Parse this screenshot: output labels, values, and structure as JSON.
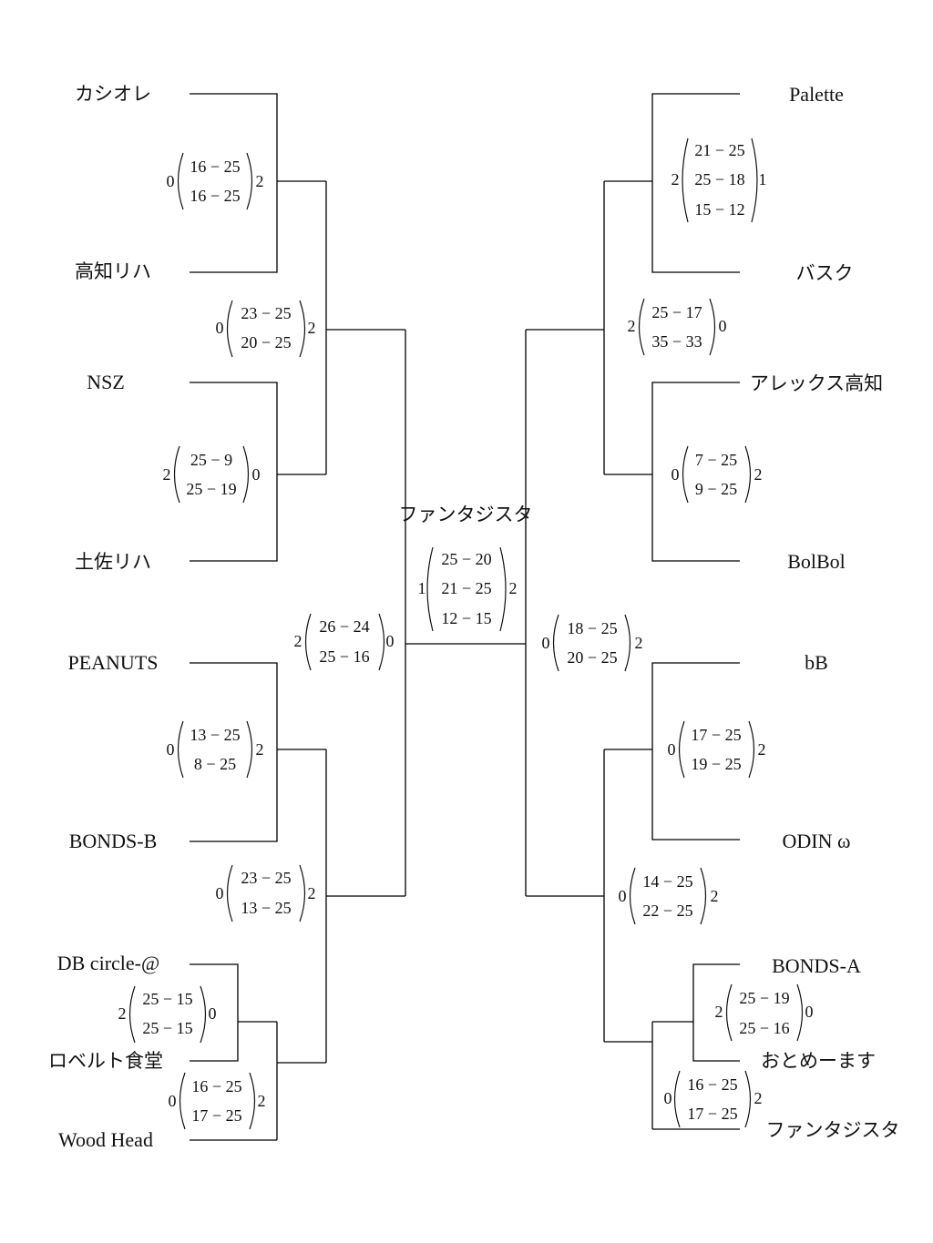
{
  "teams": {
    "kashiore": "カシオレ",
    "kochi_riha": "高知リハ",
    "nsz": "NSZ",
    "tosa_riha": "土佐リハ",
    "peanuts": "PEANUTS",
    "bonds_b": "BONDS-B",
    "db_circle": "DB circle-@",
    "robert": "ロベルト食堂",
    "wood_head": "Wood Head",
    "palette": "Palette",
    "basuku": "バスク",
    "alex": "アレックス高知",
    "bolbol": "BolBol",
    "bb": "bB",
    "odin": "ODIN ω",
    "bonds_a": "BONDS-A",
    "otome": "おとめーます",
    "fanta_entry": "ファンタジスタ",
    "champion": "ファンタジスタ"
  },
  "matches": [
    {
      "id": "kashiore-vs-kochi-riha",
      "left": "0",
      "right": "2",
      "sets": [
        "16 − 25",
        "16 − 25"
      ]
    },
    {
      "id": "nsz-vs-tosa-riha",
      "left": "2",
      "right": "0",
      "sets": [
        "25 − 9",
        "25 − 19"
      ]
    },
    {
      "id": "left-upper-semifinal",
      "left": "0",
      "right": "2",
      "sets": [
        "23 − 25",
        "20 − 25"
      ]
    },
    {
      "id": "peanuts-vs-bonds-b",
      "left": "0",
      "right": "2",
      "sets": [
        "13 − 25",
        "8 − 25"
      ]
    },
    {
      "id": "db-circle-vs-robert",
      "left": "2",
      "right": "0",
      "sets": [
        "25 − 15",
        "25 − 15"
      ]
    },
    {
      "id": "db-circle-vs-wood-head",
      "left": "0",
      "right": "2",
      "sets": [
        "16 − 25",
        "17 − 25"
      ]
    },
    {
      "id": "left-lower-semifinal",
      "left": "0",
      "right": "2",
      "sets": [
        "23 − 25",
        "13 − 25"
      ]
    },
    {
      "id": "left-final",
      "left": "2",
      "right": "0",
      "sets": [
        "26 − 24",
        "25 − 16"
      ]
    },
    {
      "id": "palette-vs-basuku",
      "left": "2",
      "right": "1",
      "sets": [
        "21 − 25",
        "25 − 18",
        "15 − 12"
      ]
    },
    {
      "id": "alex-vs-bolbol",
      "left": "0",
      "right": "2",
      "sets": [
        "7 − 25",
        "9 − 25"
      ]
    },
    {
      "id": "right-upper-semifinal",
      "left": "2",
      "right": "0",
      "sets": [
        "25 − 17",
        "35 − 33"
      ]
    },
    {
      "id": "bb-vs-odin",
      "left": "0",
      "right": "2",
      "sets": [
        "17 − 25",
        "19 − 25"
      ]
    },
    {
      "id": "bonds-a-vs-otome",
      "left": "2",
      "right": "0",
      "sets": [
        "25 − 19",
        "25 − 16"
      ]
    },
    {
      "id": "bonds-a-vs-fantasista",
      "left": "0",
      "right": "2",
      "sets": [
        "16 − 25",
        "17 − 25"
      ]
    },
    {
      "id": "right-lower-semifinal",
      "left": "0",
      "right": "2",
      "sets": [
        "14 − 25",
        "22 − 25"
      ]
    },
    {
      "id": "right-final",
      "left": "0",
      "right": "2",
      "sets": [
        "18 − 25",
        "20 − 25"
      ]
    },
    {
      "id": "championship-final",
      "left": "1",
      "right": "2",
      "sets": [
        "25 − 20",
        "21 − 25",
        "12 − 15"
      ]
    }
  ]
}
